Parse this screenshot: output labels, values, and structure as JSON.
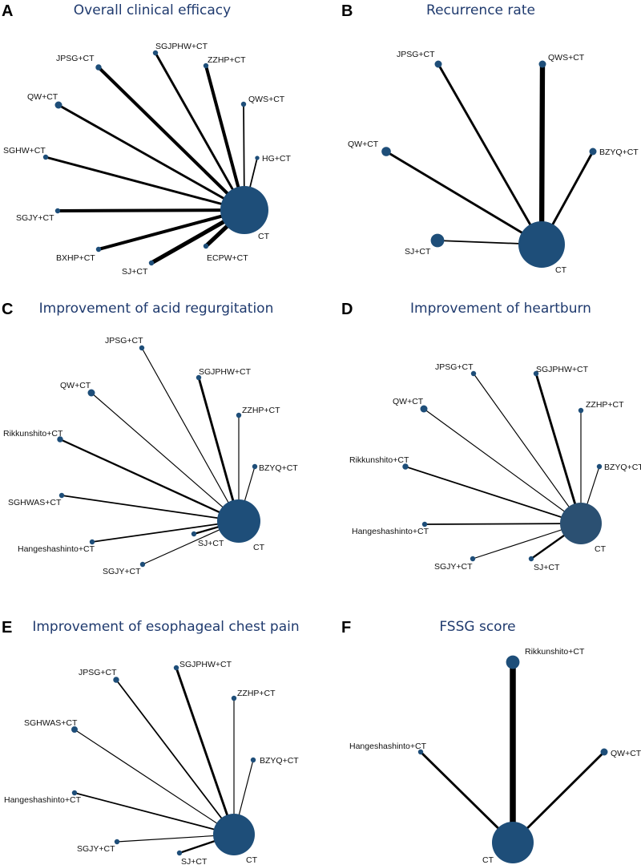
{
  "colors": {
    "node_fill": "#1e4e79",
    "node_fill_alt": "#2b5072",
    "edge": "#000000",
    "title": "#1f3a6e"
  },
  "panels": [
    {
      "letter": "A",
      "title": "Overall clinical efficacy",
      "center": {
        "label": "CT"
      },
      "nodes": [
        {
          "label": "SGJPHW+CT",
          "weight": 2,
          "size": 1
        },
        {
          "label": "JPSG+CT",
          "weight": 3,
          "size": 1.2
        },
        {
          "label": "ZZHP+CT",
          "weight": 3,
          "size": 1
        },
        {
          "label": "QW+CT",
          "weight": 2,
          "size": 1.5
        },
        {
          "label": "QWS+CT",
          "weight": 1,
          "size": 1
        },
        {
          "label": "SGHW+CT",
          "weight": 2,
          "size": 1
        },
        {
          "label": "HG+CT",
          "weight": 1,
          "size": 0.8
        },
        {
          "label": "SGJY+CT",
          "weight": 3,
          "size": 1
        },
        {
          "label": "BXHP+CT",
          "weight": 3,
          "size": 1
        },
        {
          "label": "SJ+CT",
          "weight": 4,
          "size": 1
        },
        {
          "label": "ECPW+CT",
          "weight": 4,
          "size": 1
        }
      ]
    },
    {
      "letter": "B",
      "title": "Recurrence rate",
      "center": {
        "label": "CT"
      },
      "nodes": [
        {
          "label": "JPSG+CT",
          "weight": 2,
          "size": 1.5
        },
        {
          "label": "QWS+CT",
          "weight": 5,
          "size": 1.5
        },
        {
          "label": "QW+CT",
          "weight": 2,
          "size": 2
        },
        {
          "label": "BZYQ+CT",
          "weight": 2,
          "size": 1.5
        },
        {
          "label": "SJ+CT",
          "weight": 1,
          "size": 3
        }
      ]
    },
    {
      "letter": "C",
      "title": "Improvement of acid regurgitation",
      "center": {
        "label": "CT"
      },
      "nodes": [
        {
          "label": "JPSG+CT",
          "weight": 0.5,
          "size": 1
        },
        {
          "label": "SGJPHW+CT",
          "weight": 2,
          "size": 1
        },
        {
          "label": "QW+CT",
          "weight": 0.5,
          "size": 1.5
        },
        {
          "label": "ZZHP+CT",
          "weight": 0.5,
          "size": 1
        },
        {
          "label": "Rikkunshito+CT",
          "weight": 1.5,
          "size": 1.2
        },
        {
          "label": "BZYQ+CT",
          "weight": 0.5,
          "size": 1
        },
        {
          "label": "SGHWAS+CT",
          "weight": 1,
          "size": 1
        },
        {
          "label": "Hangeshashinto+CT",
          "weight": 1,
          "size": 1
        },
        {
          "label": "SGJY+CT",
          "weight": 0.5,
          "size": 1
        },
        {
          "label": "SJ+CT",
          "weight": 1.5,
          "size": 1
        }
      ]
    },
    {
      "letter": "D",
      "title": "Improvement of heartburn",
      "center": {
        "label": "CT"
      },
      "nodes": [
        {
          "label": "JPSG+CT",
          "weight": 0.5,
          "size": 1
        },
        {
          "label": "SGJPHW+CT",
          "weight": 2,
          "size": 1
        },
        {
          "label": "QW+CT",
          "weight": 0.5,
          "size": 1.5
        },
        {
          "label": "ZZHP+CT",
          "weight": 0.5,
          "size": 1
        },
        {
          "label": "Rikkunshito+CT",
          "weight": 1,
          "size": 1.2
        },
        {
          "label": "BZYQ+CT",
          "weight": 0.5,
          "size": 1
        },
        {
          "label": "Hangeshashinto+CT",
          "weight": 1,
          "size": 1
        },
        {
          "label": "SGJY+CT",
          "weight": 0.5,
          "size": 1
        },
        {
          "label": "SJ+CT",
          "weight": 1.5,
          "size": 1
        }
      ]
    },
    {
      "letter": "E",
      "title": "Improvement of esophageal chest pain",
      "center": {
        "label": "CT"
      },
      "nodes": [
        {
          "label": "SGJPHW+CT",
          "weight": 2,
          "size": 1
        },
        {
          "label": "JPSG+CT",
          "weight": 1,
          "size": 1.2
        },
        {
          "label": "ZZHP+CT",
          "weight": 0.5,
          "size": 1
        },
        {
          "label": "SGHWAS+CT",
          "weight": 0.5,
          "size": 1.3
        },
        {
          "label": "BZYQ+CT",
          "weight": 0.5,
          "size": 1
        },
        {
          "label": "Hangeshashinto+CT",
          "weight": 1,
          "size": 1
        },
        {
          "label": "SGJY+CT",
          "weight": 0.5,
          "size": 1
        },
        {
          "label": "SJ+CT",
          "weight": 1.5,
          "size": 1
        }
      ]
    },
    {
      "letter": "F",
      "title": "FSSG score",
      "center": {
        "label": "CT"
      },
      "nodes": [
        {
          "label": "Rikkunshito+CT",
          "weight": 6,
          "size": 3
        },
        {
          "label": "Hangeshashinto+CT",
          "weight": 2,
          "size": 1
        },
        {
          "label": "QW+CT",
          "weight": 2,
          "size": 1.5
        }
      ]
    }
  ]
}
